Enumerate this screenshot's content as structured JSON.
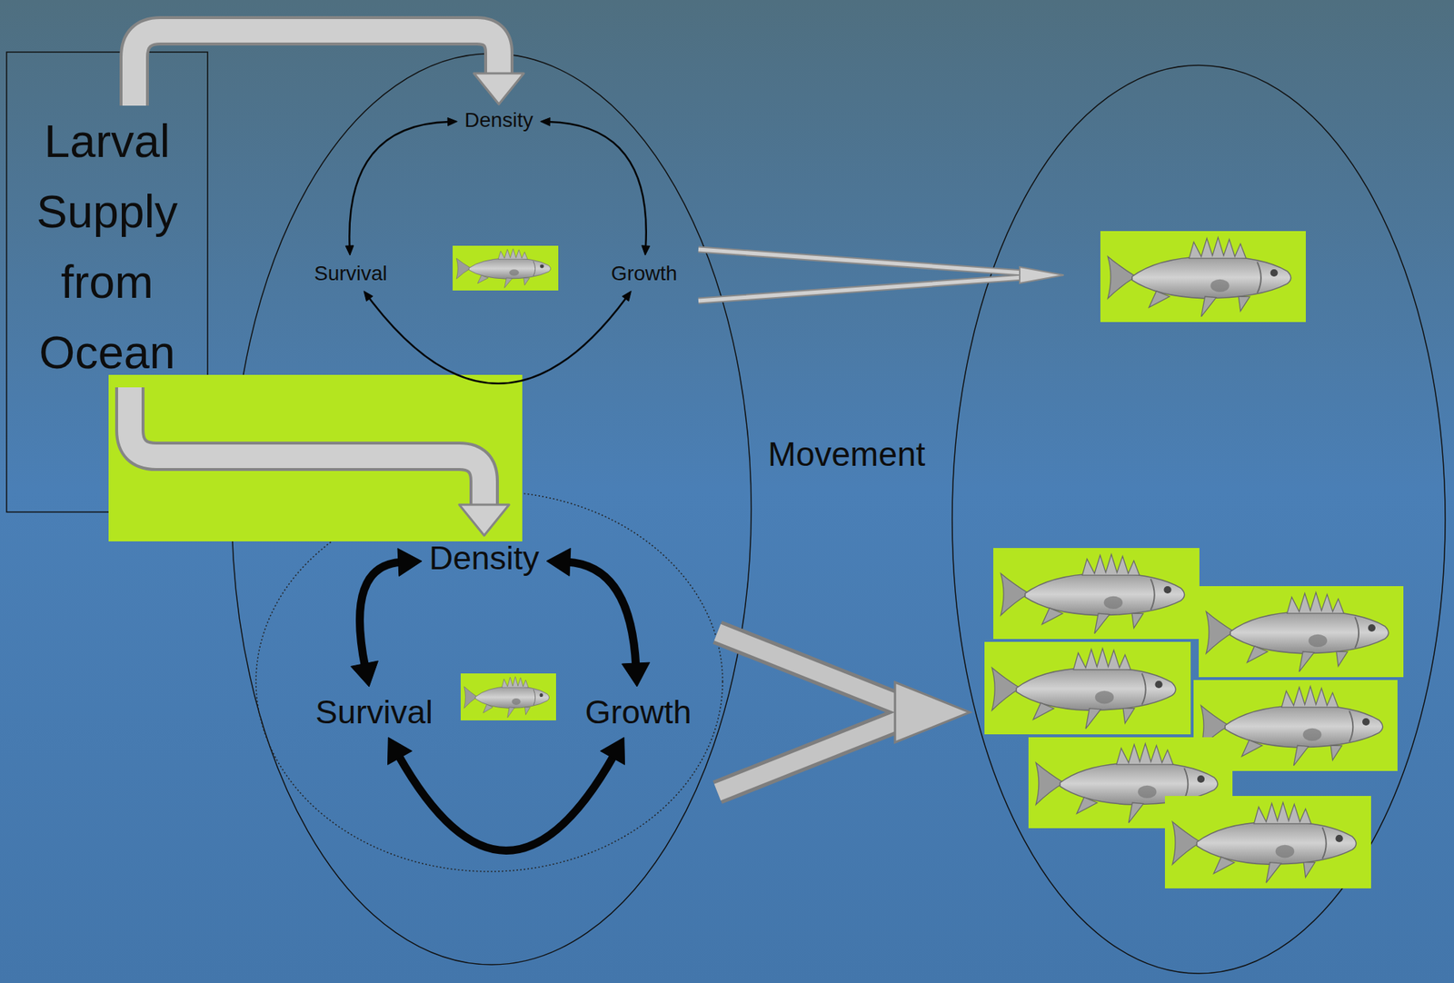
{
  "diagram": {
    "nodes": [
      {
        "text": [
          "Larval Supply from Ocean"
        ]
      },
      {
        "text": [
          "Density"
        ]
      },
      {
        "text": [
          "Survival"
        ]
      },
      {
        "text": [
          "Growth"
        ]
      },
      {
        "text": [
          "Density"
        ]
      },
      {
        "text": [
          "Survival"
        ]
      },
      {
        "text": [
          "Growth"
        ]
      }
    ],
    "edges": [
      {
        "from": 0,
        "to": 1,
        "arrow": "to"
      },
      {
        "from": 0,
        "to": 4,
        "arrow": "to"
      },
      {
        "from": 1,
        "to": 2,
        "arrow": "both"
      },
      {
        "from": 1,
        "to": 3,
        "arrow": "both"
      },
      {
        "from": 2,
        "to": 3,
        "arrow": "both"
      },
      {
        "from": 4,
        "to": 5,
        "arrow": "both"
      },
      {
        "from": 4,
        "to": 6,
        "arrow": "both"
      },
      {
        "from": 5,
        "to": 6,
        "arrow": "both"
      }
    ],
    "labels": [
      "Movement"
    ]
  }
}
